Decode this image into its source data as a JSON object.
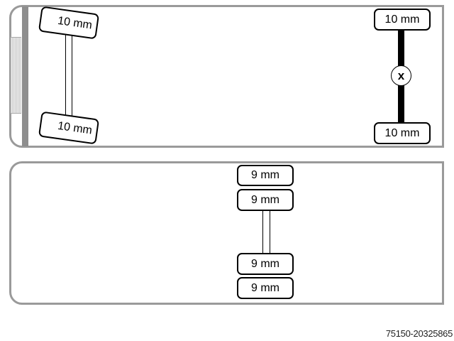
{
  "truck": {
    "front_axle": {
      "left_tyre": "10 mm",
      "right_tyre": "10 mm"
    },
    "rear_axle": {
      "left_tyre": "10 mm",
      "right_tyre": "10 mm",
      "drive_marker": "x"
    }
  },
  "trailer": {
    "axle_1": {
      "left_tyre": "9 mm",
      "right_tyre": "9 mm"
    },
    "axle_2": {
      "left_tyre": "9 mm",
      "right_tyre": "9 mm"
    }
  },
  "footer": {
    "reference": "75150-20325865"
  }
}
